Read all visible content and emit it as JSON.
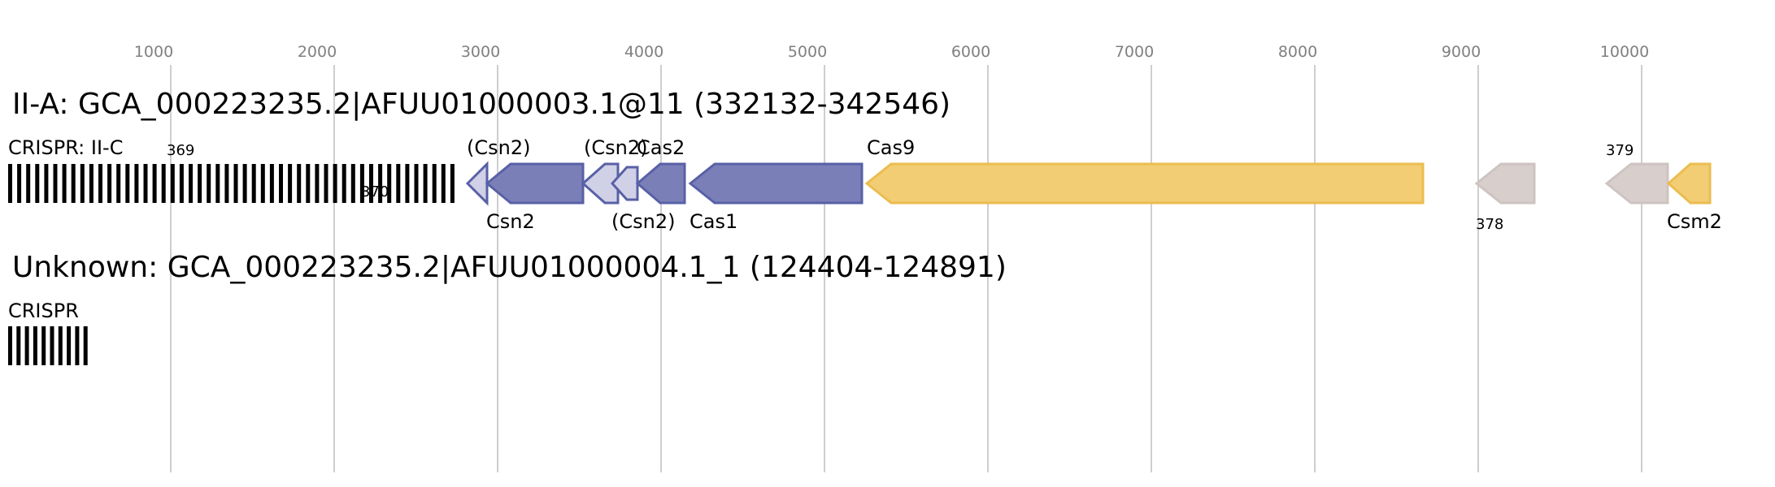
{
  "axis": {
    "ticks": [
      "1000",
      "2000",
      "3000",
      "4000",
      "5000",
      "6000",
      "7000",
      "8000",
      "9000",
      "10000"
    ]
  },
  "colors": {
    "blue_fill": "#7b7fb8",
    "blue_stroke": "#5860a6",
    "light_blue_fill": "#d0d1e6",
    "gold_fill": "#f2cd74",
    "gold_stroke": "#ebbd4f",
    "grey_fill": "#d8cfcd",
    "grey_stroke": "#cdc4c2"
  },
  "locus1": {
    "title": "II-A: GCA_000223235.2|AFUU01000003.1@11 (332132-342546)",
    "crispr_label": "CRISPR: II-C",
    "crispr_num_top": "369",
    "crispr_num_bottom": "370",
    "genes": {
      "csn2_partial_a": "(Csn2)",
      "csn2": "Csn2",
      "csn2_partial_b": "(Csn2)",
      "csn2_partial_c": "(Csn2)",
      "cas2": "Cas2",
      "cas1": "Cas1",
      "cas9": "Cas9",
      "g378": "378",
      "g379": "379",
      "csm2": "Csm2"
    }
  },
  "locus2": {
    "title": "Unknown: GCA_000223235.2|AFUU01000004.1_1 (124404-124891)",
    "crispr_label": "CRISPR"
  }
}
